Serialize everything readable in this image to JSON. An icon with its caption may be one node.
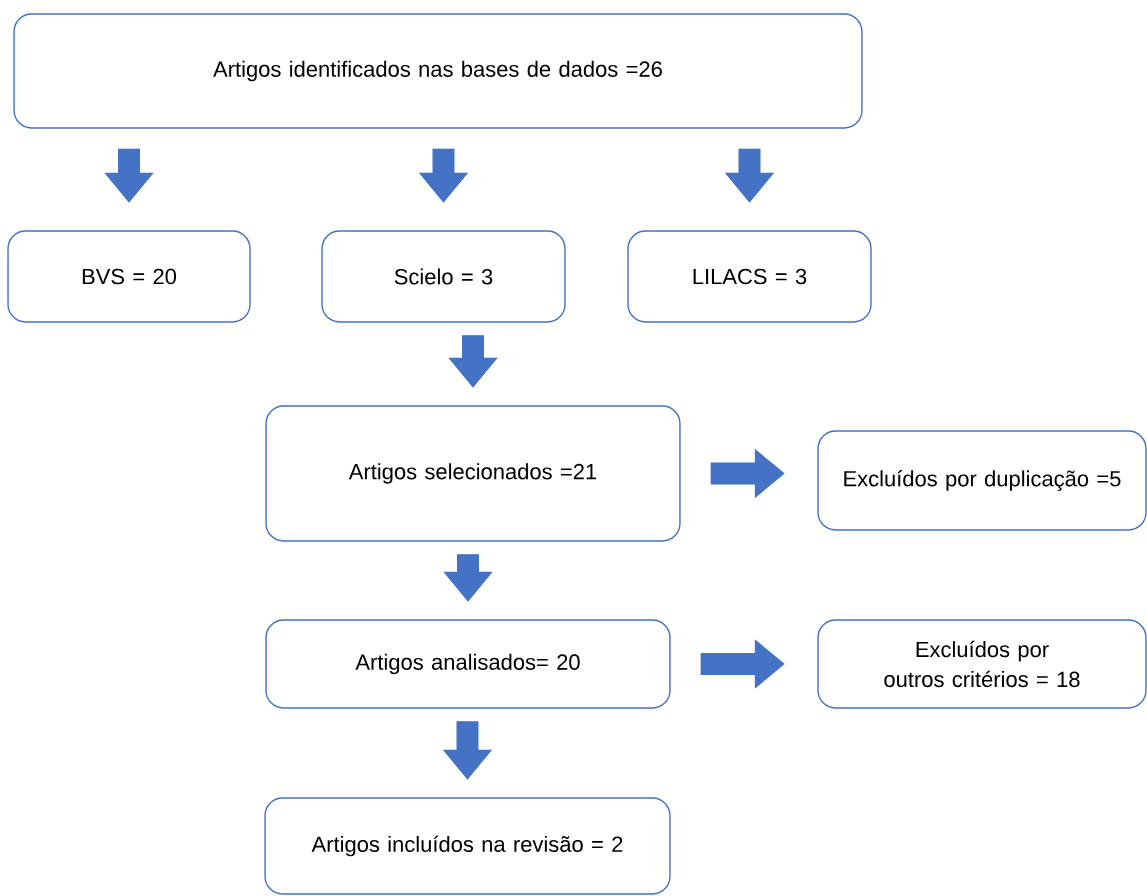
{
  "diagram": {
    "nodes": [
      {
        "text": [
          "Artigos identificados nas bases de dados =26"
        ]
      },
      {
        "text": [
          "BVS = 20"
        ]
      },
      {
        "text": [
          "Scielo = 3"
        ]
      },
      {
        "text": [
          "LILACS = 3"
        ]
      },
      {
        "text": [
          "Artigos selecionados =21"
        ]
      },
      {
        "text": [
          "Excluídos por duplicação =5"
        ]
      },
      {
        "text": [
          "Artigos analisados= 20"
        ]
      },
      {
        "text": [
          "Excluídos por outros critérios = 18"
        ]
      },
      {
        "text": [
          "Artigos incluídos na revisão = 2"
        ]
      }
    ],
    "edges": [
      {
        "from": 0,
        "to": 1,
        "arrow": "to"
      },
      {
        "from": 0,
        "to": 2,
        "arrow": "to"
      },
      {
        "from": 0,
        "to": 3,
        "arrow": "to"
      },
      {
        "from": 2,
        "to": 4,
        "arrow": "to"
      },
      {
        "from": 4,
        "to": 5,
        "arrow": "to"
      },
      {
        "from": 4,
        "to": 6,
        "arrow": "to"
      },
      {
        "from": 6,
        "to": 7,
        "arrow": "to"
      },
      {
        "from": 6,
        "to": 8,
        "arrow": "to"
      }
    ]
  }
}
